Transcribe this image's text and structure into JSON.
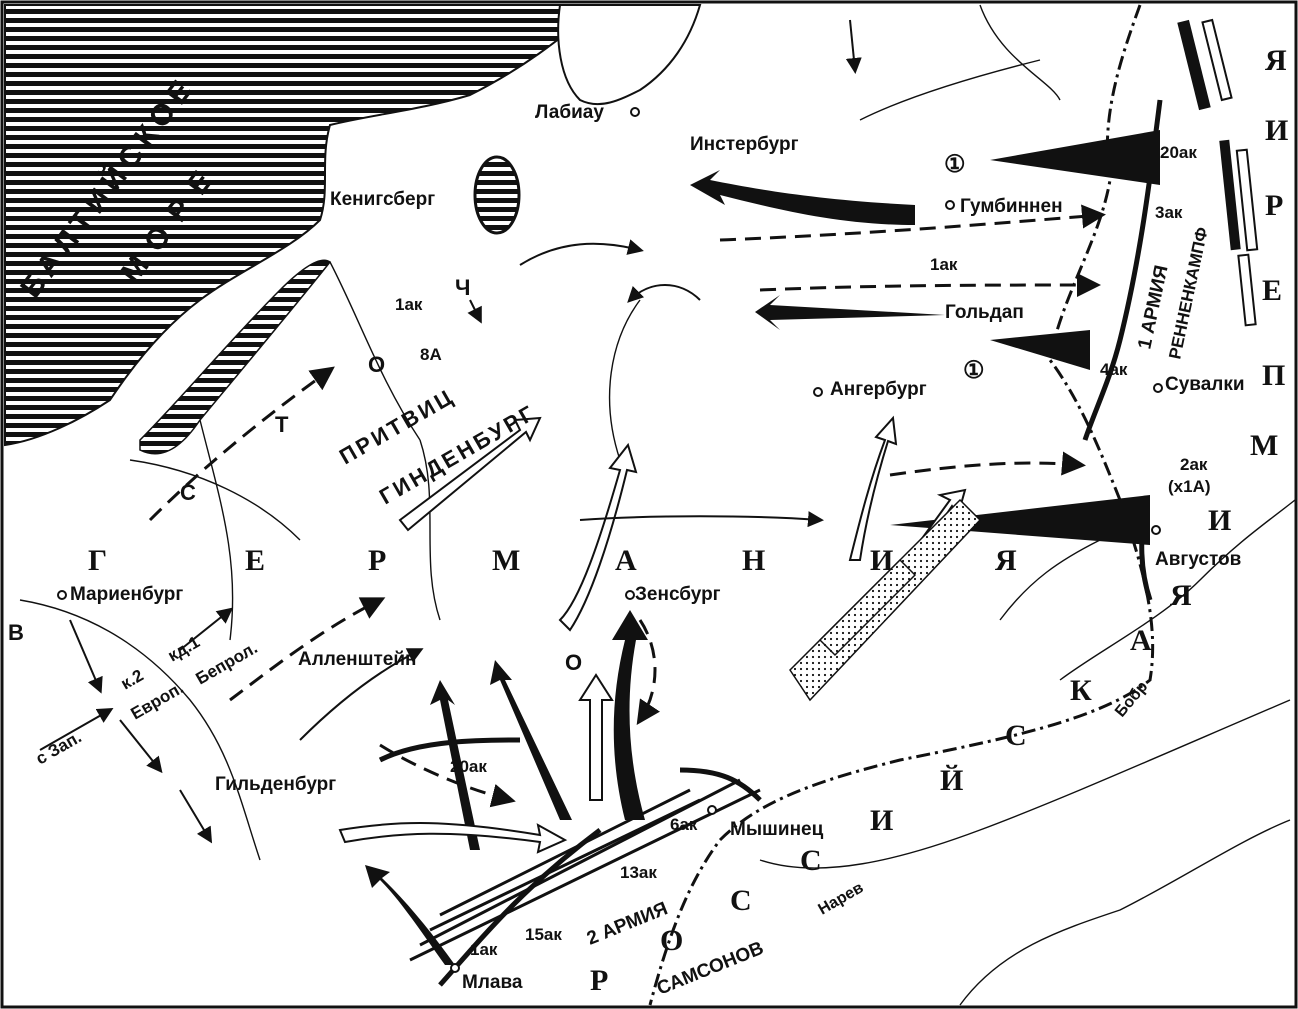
{
  "sea": {
    "line1": "БАЛТИЙСКОЕ",
    "line2": "МОРЕ"
  },
  "cities": {
    "labiau": "Лабиау",
    "insterburg": "Инстербург",
    "konigsberg": "Кенигсберг",
    "gumbinnen": "Гумбиннен",
    "goldap": "Гольдап",
    "angerburg": "Ангербург",
    "suvalki": "Сувалки",
    "avgustov": "Августов",
    "marienburg": "Мариенбург",
    "allenstein": "Алленштейн",
    "sensburg": "Зенсбург",
    "gildenburg": "Гильденбург",
    "myshinets": "Мышинец",
    "mlava": "Млава"
  },
  "units": {
    "c20ak_r": "20ак",
    "c3ak": "3ак",
    "c1ak_n": "1ак",
    "c4ak": "4ак",
    "c2ak": "2ак",
    "c1a": "(х1А)",
    "c1ak_w": "1ак",
    "c8a": "8А",
    "c20ak_s": "20ак",
    "c6ak": "6ак",
    "c13ak": "13ак",
    "c15ak": "15ак",
    "c1ak_s": "1ак",
    "k2": "к.2",
    "kd1": "кд.1",
    "evrop": "Европ.",
    "geprol": "Бепрол.",
    "zap": "с Зап.",
    "one1": "①",
    "one2": "①"
  },
  "armies": {
    "first_a": "1 АРМИЯ",
    "first_b": "РЕННЕНКАМПФ",
    "second_a": "2 АРМИЯ",
    "second_b": "САМСОНОВ",
    "prittwitz": "ПРИТВИЦ",
    "hindenburg": "ГИНДЕНБУРГ"
  },
  "rivers": {
    "narev": "Нарев",
    "bobr": "Бобр"
  },
  "country_letters": {
    "germany": [
      "Г",
      "Е",
      "Р",
      "М",
      "А",
      "Н",
      "И",
      "Я"
    ],
    "coast": [
      "С",
      "Т",
      "О",
      "Ч",
      "В",
      "О"
    ],
    "russia": [
      "Р",
      "О",
      "С",
      "С",
      "И",
      "Й",
      "С",
      "К",
      "А",
      "Я"
    ],
    "east": [
      "И",
      "М",
      "П",
      "Е",
      "Р",
      "И",
      "Я"
    ]
  },
  "colors": {
    "ink": "#111111",
    "paper": "#ffffff"
  }
}
